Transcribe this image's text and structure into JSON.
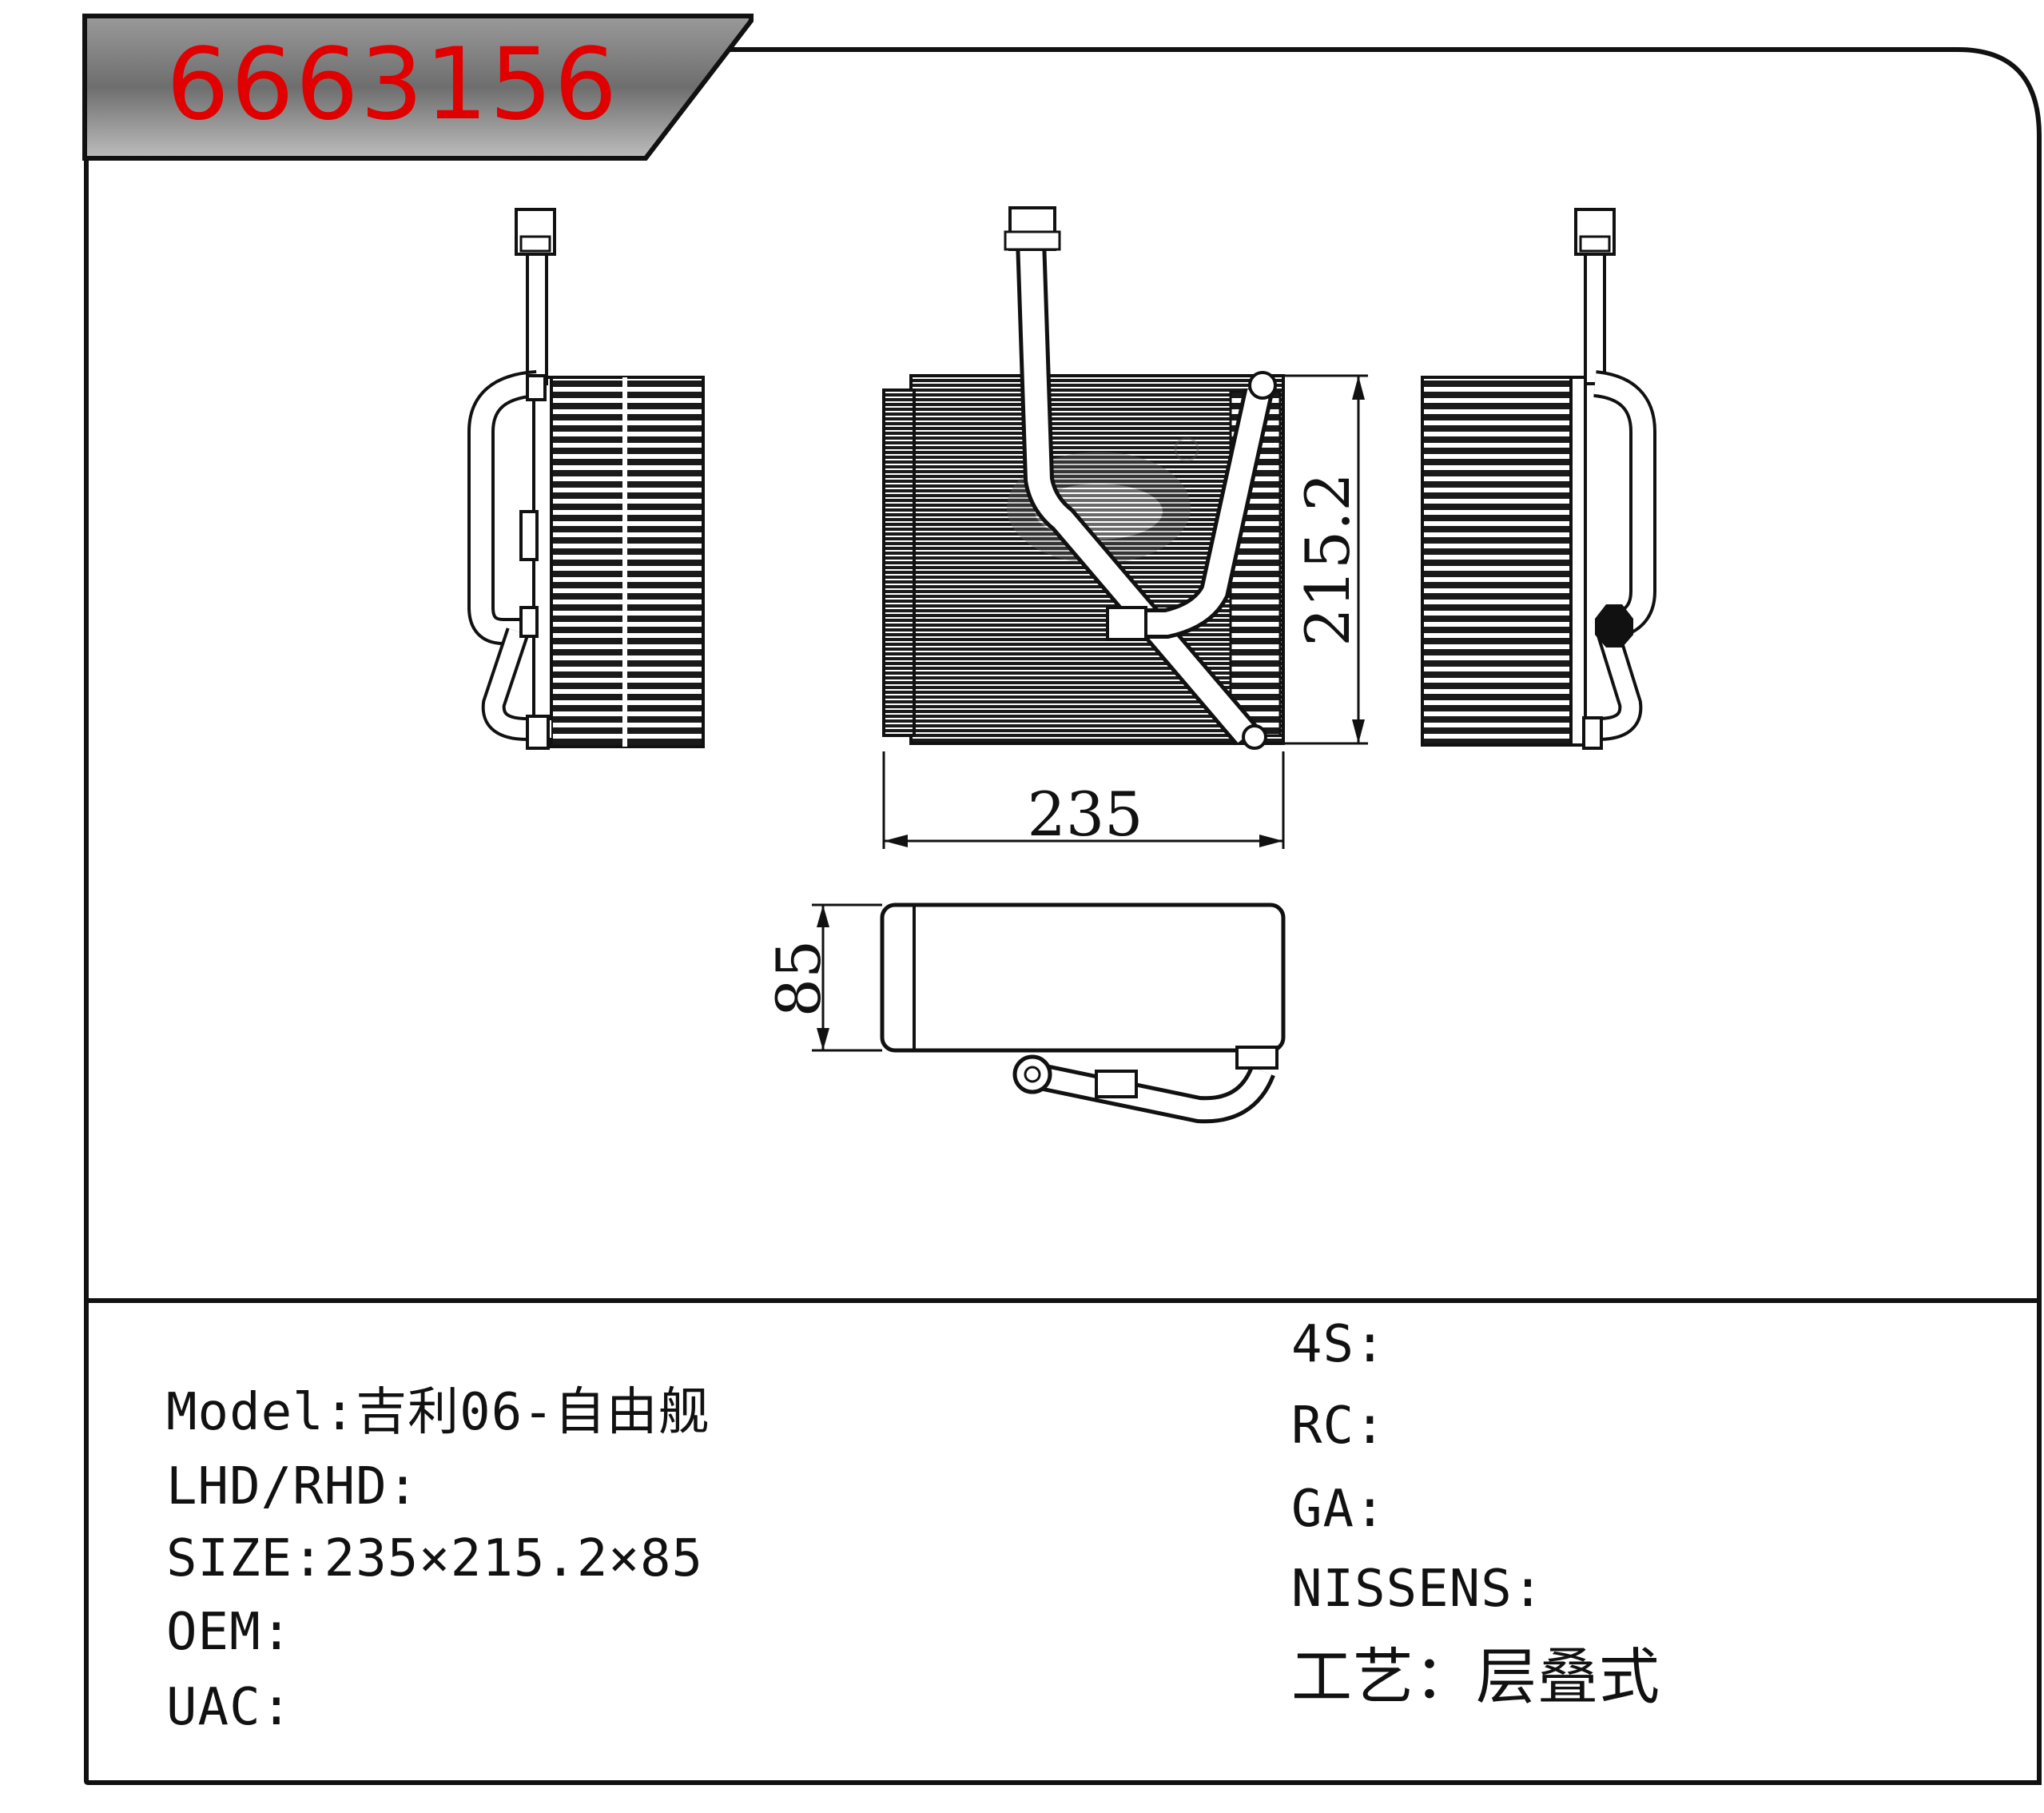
{
  "part_number": "6663156",
  "dimensions": {
    "width": "235",
    "height": "215.2",
    "depth": "85"
  },
  "specs_left": [
    {
      "label": "Model",
      "value": "吉利06-自由舰"
    },
    {
      "label": "LHD/RHD",
      "value": ""
    },
    {
      "label": "SIZE",
      "value": "235×215.2×85"
    },
    {
      "label": "OEM",
      "value": ""
    },
    {
      "label": "UAC",
      "value": ""
    }
  ],
  "specs_right": [
    {
      "label": "4S",
      "value": ""
    },
    {
      "label": "RC",
      "value": ""
    },
    {
      "label": "GA",
      "value": ""
    },
    {
      "label": "NISSENS",
      "value": ""
    },
    {
      "label": "工艺",
      "value": "层叠式"
    }
  ],
  "colors": {
    "part_number": "#e10000",
    "header_band": "#7a7a7a",
    "line": "#111111"
  }
}
